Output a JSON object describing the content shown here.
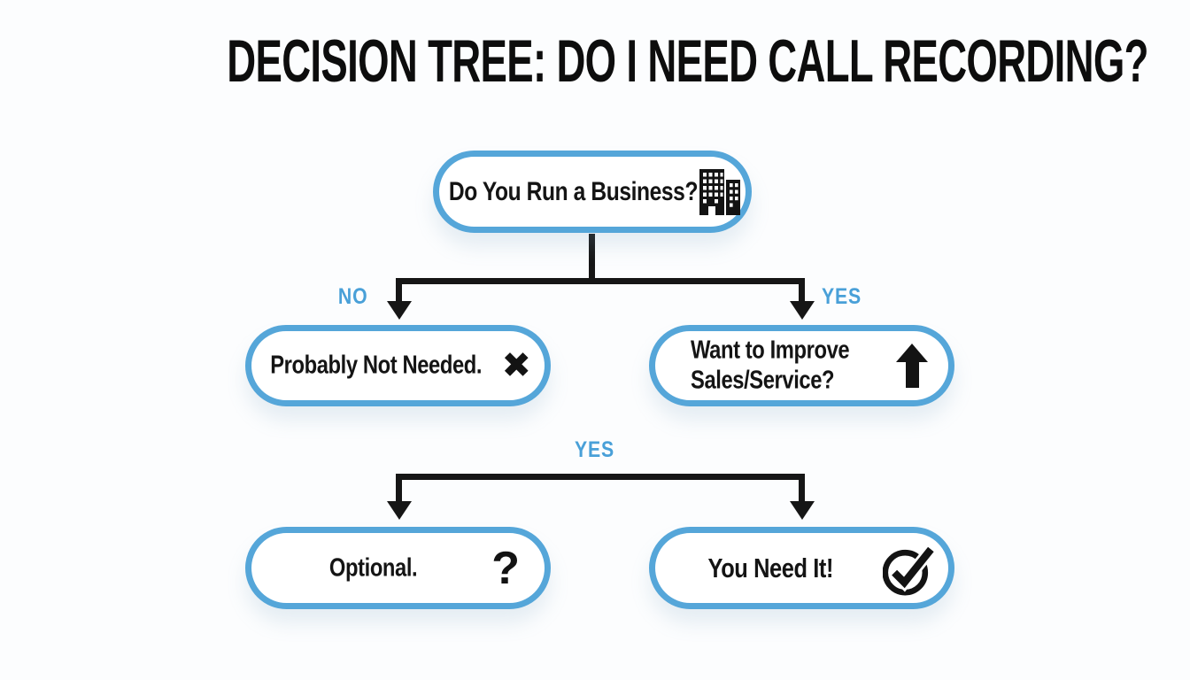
{
  "title": "DECISION TREE: DO I NEED CALL RECORDING?",
  "colors": {
    "accent_blue": "#55a6d9",
    "branch_label_blue": "#49a0d8",
    "line_black": "#161616",
    "text_black": "#141414",
    "background": "#fcfdfe"
  },
  "tree": {
    "root": {
      "label": "Do You Run a Business?",
      "icon": "building-icon"
    },
    "branches_level1": {
      "no_label": "NO",
      "yes_label": "YES"
    },
    "no_node": {
      "label": "Probably Not Needed.",
      "icon": "heavy-x-icon",
      "icon_glyph": "✖"
    },
    "yes_node": {
      "label_line1": "Want to Improve",
      "label_line2": "Sales/Service?",
      "icon": "up-arrow-icon"
    },
    "branches_level2": {
      "yes_label": "YES"
    },
    "optional_node": {
      "label": "Optional.",
      "icon": "question-mark-icon",
      "icon_glyph": "?"
    },
    "need_node": {
      "label": "You Need It!",
      "icon": "check-circle-icon"
    }
  }
}
